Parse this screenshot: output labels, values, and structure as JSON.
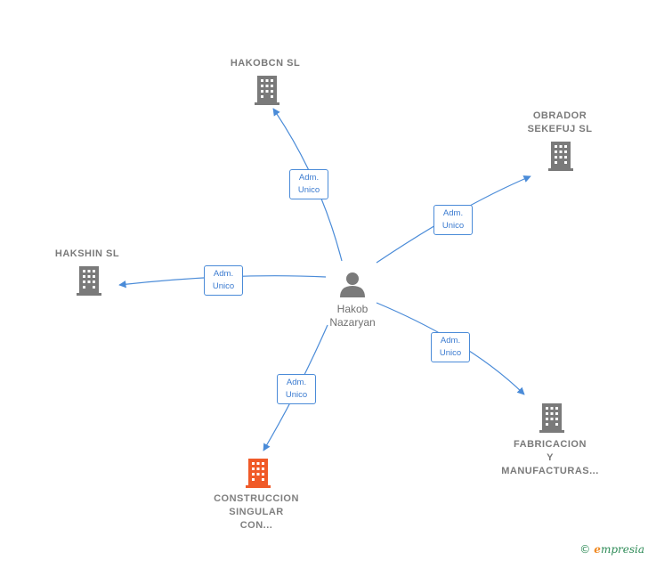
{
  "center": {
    "name": "Hakob\nNazaryan",
    "icon": "person-icon"
  },
  "companies": [
    {
      "id": "hakobcn",
      "label": "HAKOBCN  SL",
      "icon": "building-icon",
      "color": "#7a7a7a"
    },
    {
      "id": "obrador",
      "label": "OBRADOR\nSEKEFUJ  SL",
      "icon": "building-icon",
      "color": "#7a7a7a"
    },
    {
      "id": "hakshin",
      "label": "HAKSHIN  SL",
      "icon": "building-icon",
      "color": "#7a7a7a"
    },
    {
      "id": "fabricacion",
      "label": "FABRICACION\nY\nMANUFACTURAS...",
      "icon": "building-icon",
      "color": "#7a7a7a"
    },
    {
      "id": "construccion",
      "label": "CONSTRUCCION\nSINGULAR\nCON...",
      "icon": "building-icon",
      "color": "#f05a28"
    }
  ],
  "roles": {
    "hakobcn": "Adm.\nUnico",
    "obrador": "Adm.\nUnico",
    "hakshin": "Adm.\nUnico",
    "fabricacion": "Adm.\nUnico",
    "construccion": "Adm.\nUnico"
  },
  "colors": {
    "edge": "#4a8bd8",
    "node": "#7a7a7a",
    "highlight": "#f05a28"
  },
  "footer": {
    "copyright": "©",
    "brand_e": "e",
    "brand_rest": "mpresia"
  }
}
